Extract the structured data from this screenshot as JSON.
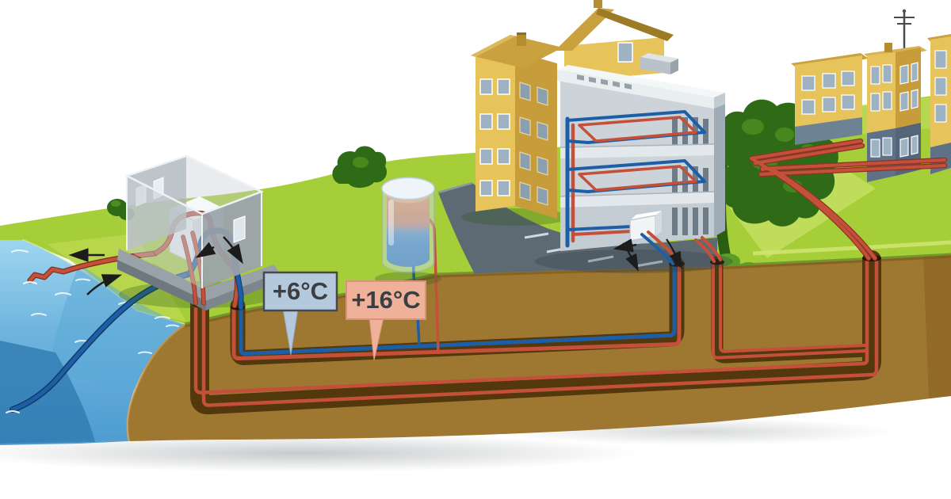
{
  "title": "Lake-source district heating and cooling system — cutaway illustration",
  "labels": {
    "cold_main": {
      "text": "+6°C",
      "box_color": "#b5c9dd",
      "border_color": "#46494d",
      "text_color": "#3b3e42"
    },
    "warm_main": {
      "text": "+16°C",
      "box_color": "#efb19a",
      "border_color": "#d8937b",
      "text_color": "#3b3e42"
    }
  },
  "palette": {
    "sky": "#ffffff",
    "grass": "#a6ce39",
    "grass_light": "#c3de62",
    "vegetation_dark": "#2f6b17",
    "water_shallow": "#95cdec",
    "water_deep": "#2f7ab0",
    "soil": "#a07427",
    "trench": "#53380e",
    "pipe_warm": "#c4503a",
    "pipe_cold": "#1d5fa7",
    "building_yellow": "#e7c35c",
    "building_gray": "#ccd4da",
    "road": "#5d6a74",
    "tank_warm_layer": "#cf7f4e",
    "tank_cold_layer": "#2e77b5",
    "flow_arrow": "#1c1c1c"
  },
  "components": {
    "lake": "lake",
    "lake_intake_pipe": "cold water intake pipe",
    "lake_outfall_pipe": "return water outfall pipe",
    "pump_station": "pump station",
    "heat_pump_unit": "heat pump unit",
    "storage_tank": "stratified thermal storage tank",
    "office_building": "office building with floor distribution loops",
    "heat_exchanger": "building heat exchanger",
    "apartment_building_center": "apartment building",
    "rear_house": "house",
    "apartment_buildings_right": "apartment buildings",
    "underground_mains": "buried supply and return mains",
    "boreholes": "pipe boreholes"
  }
}
